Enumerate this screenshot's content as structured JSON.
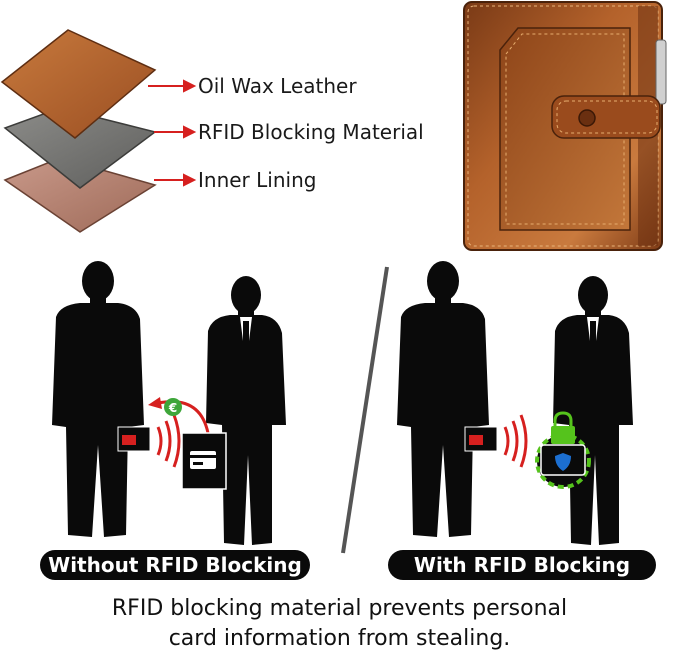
{
  "layers": [
    {
      "label": "Oil Wax Leather"
    },
    {
      "label": "RFID Blocking Material"
    },
    {
      "label": "Inner Lining"
    }
  ],
  "scenarios": {
    "without_label": "Without RFID Blocking",
    "with_label": "With RFID Blocking"
  },
  "caption": {
    "line1": "RFID blocking material prevents personal",
    "line2": "card information from stealing."
  },
  "colors": {
    "leather": "#b5652e",
    "rfid_material": "#7a7a78",
    "lining": "#b98570",
    "wallet": "#a95624",
    "arrow_red": "#d6201f",
    "lock_green": "#55c31c",
    "pill_bg": "#0a0a0a"
  },
  "icons": [
    "euro-coin-icon",
    "credit-card-icon",
    "wallet-icon",
    "lock-icon",
    "rfid-wave-icon",
    "shield-icon"
  ]
}
